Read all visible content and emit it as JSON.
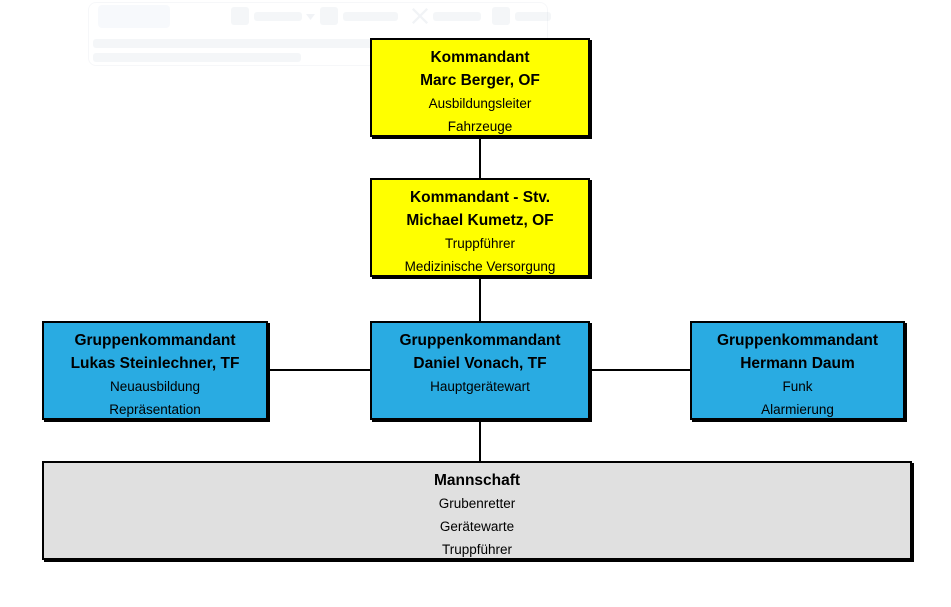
{
  "org_chart": {
    "colors": {
      "leadership_fill": "#FFFF00",
      "group_fill": "#29ABE2",
      "team_fill": "#E0E0E0",
      "border": "#000000"
    },
    "boxes": {
      "kommandant": {
        "title": "Kommandant",
        "person": "Marc Berger, OF",
        "role1": "Ausbildungsleiter",
        "role2": "Fahrzeuge"
      },
      "stellvertreter": {
        "title": "Kommandant - Stv.",
        "person": "Michael Kumetz, OF",
        "role1": "Truppführer",
        "role2": "Medizinische Versorgung"
      },
      "gruppe_links": {
        "title": "Gruppenkommandant",
        "person": "Lukas Steinlechner, TF",
        "role1": "Neuausbildung",
        "role2": "Repräsentation"
      },
      "gruppe_mitte": {
        "title": "Gruppenkommandant",
        "person": "Daniel Vonach, TF",
        "role1": "Hauptgerätewart",
        "role2": ""
      },
      "gruppe_rechts": {
        "title": "Gruppenkommandant",
        "person": "Hermann Daum",
        "role1": "Funk",
        "role2": "Alarmierung"
      },
      "mannschaft": {
        "title": "Mannschaft",
        "role1": "Grubenretter",
        "role2": "Gerätewarte",
        "role3": "Truppführer"
      }
    }
  }
}
